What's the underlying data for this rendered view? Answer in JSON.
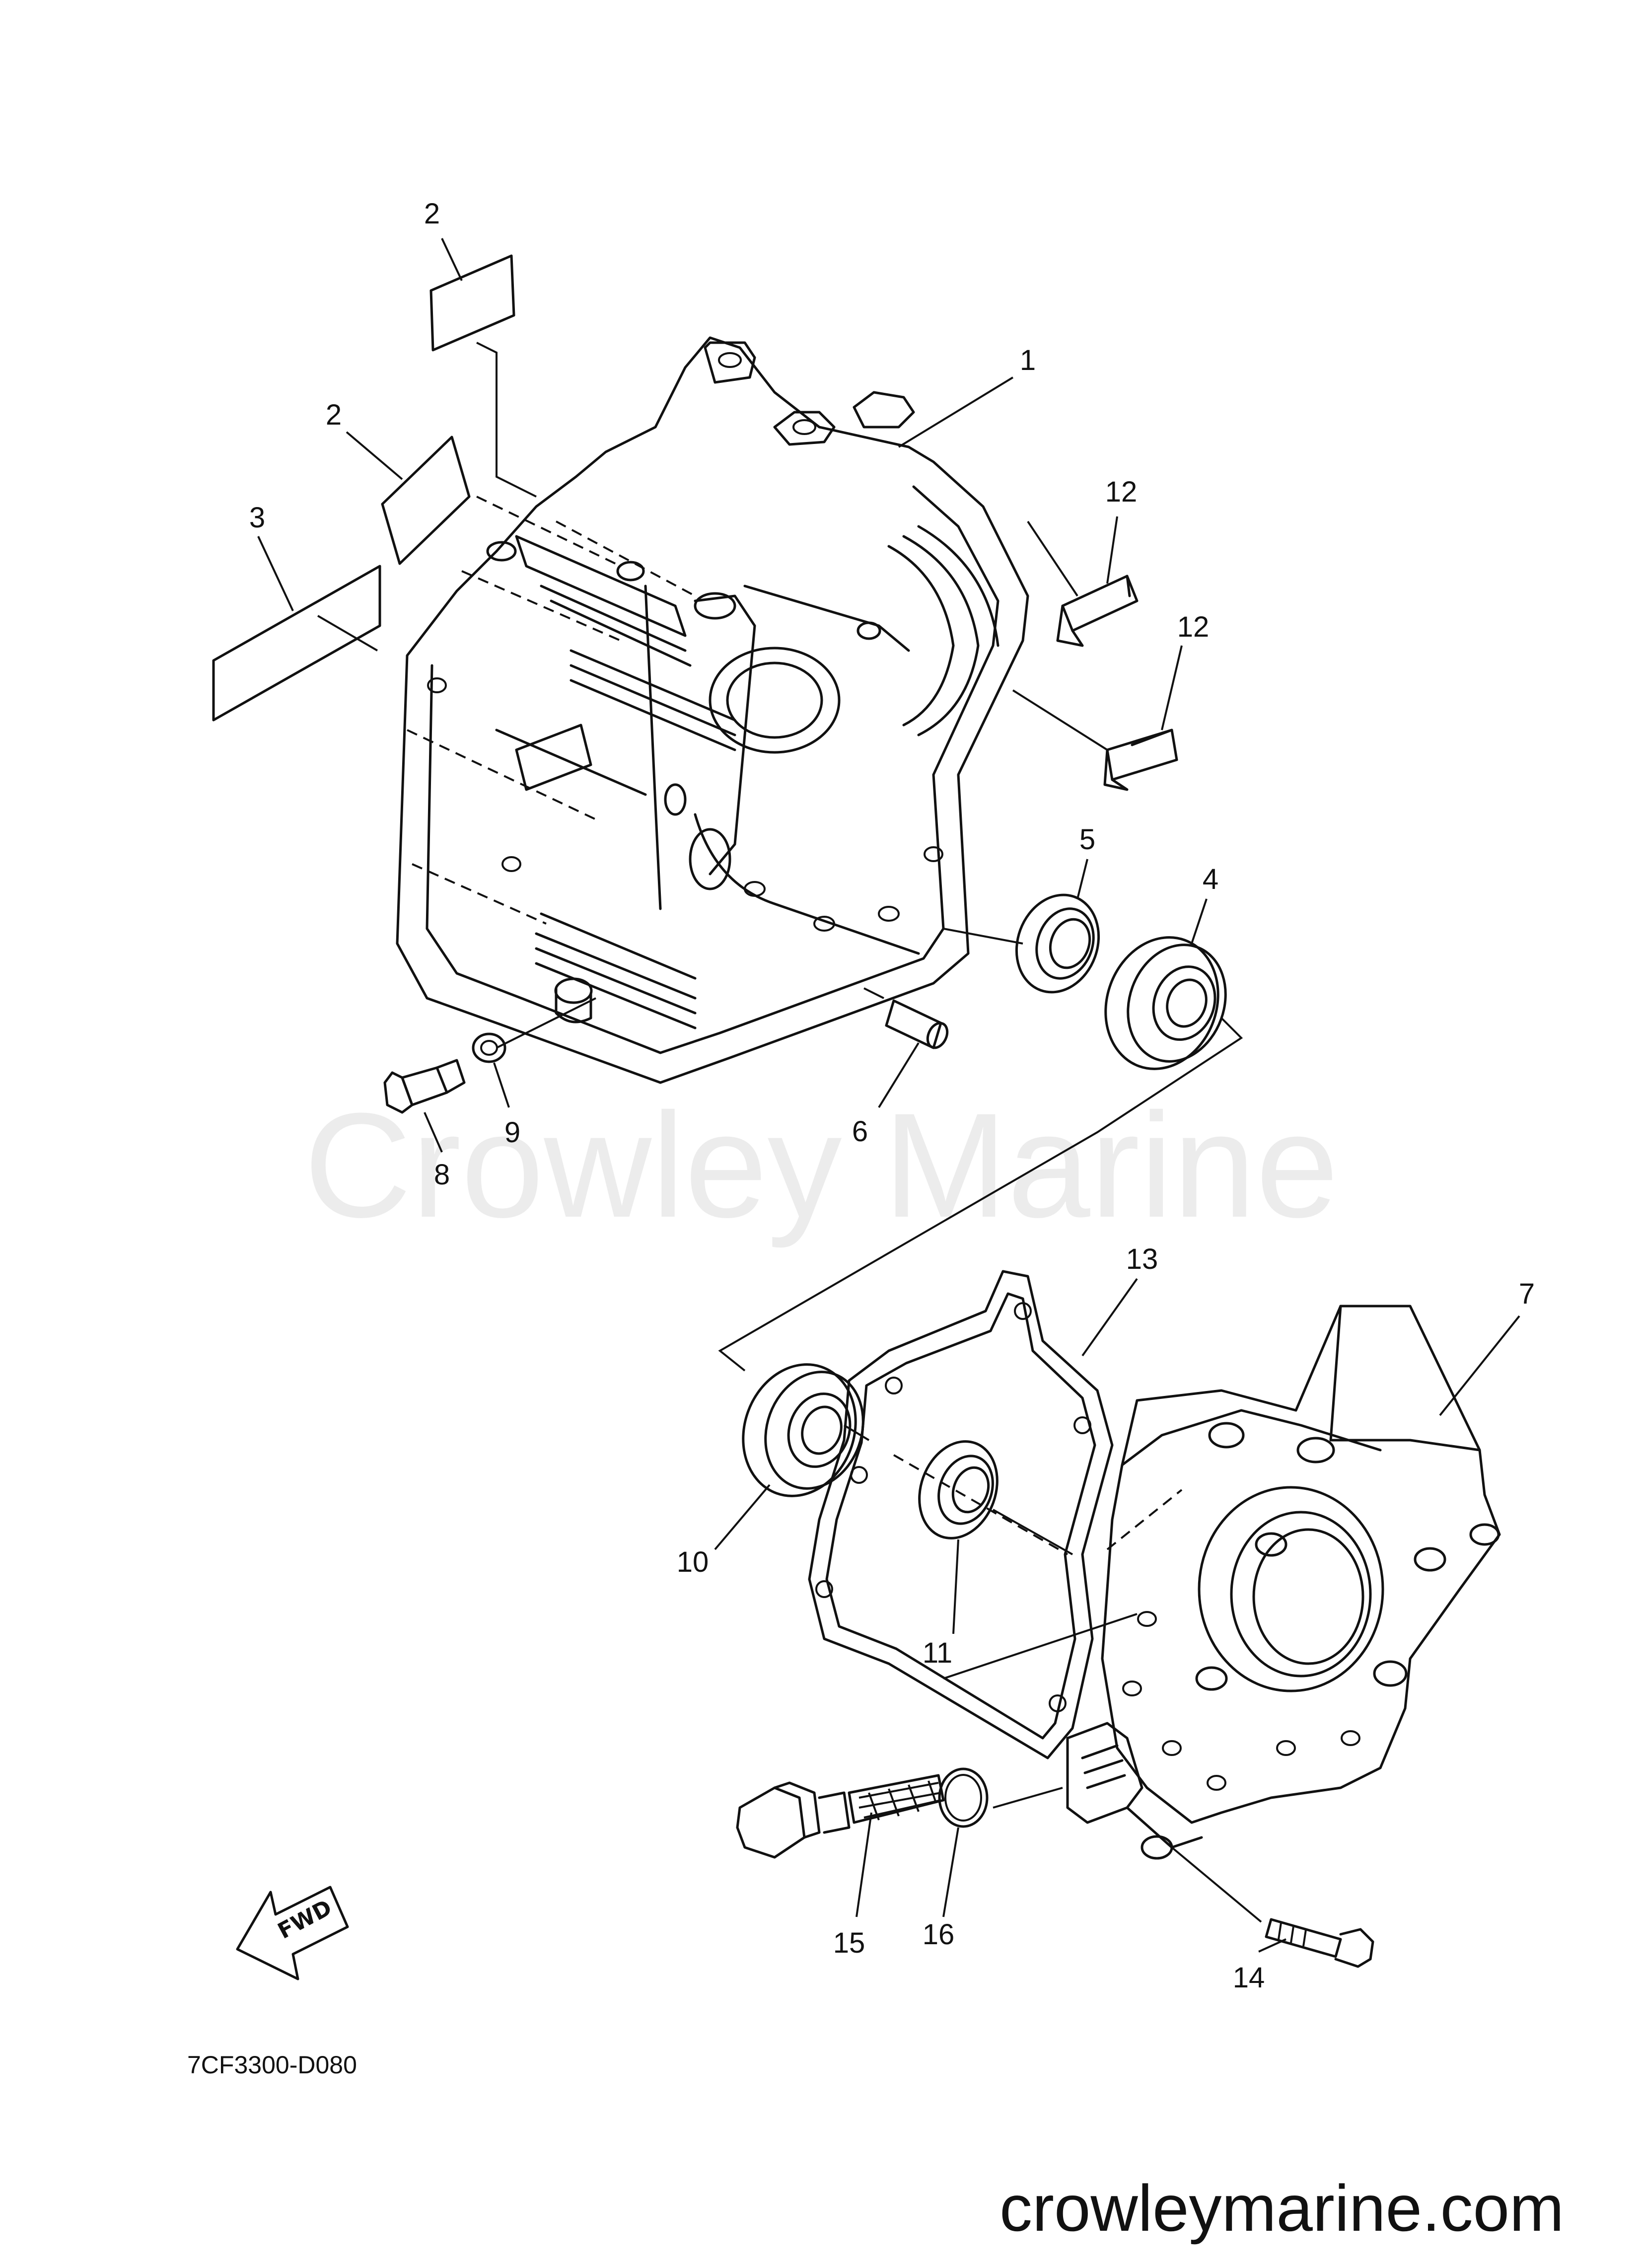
{
  "watermark": "Crowley Marine",
  "diagram_code": "7CF3300-D080",
  "website": "crowleymarine.com",
  "fwd_label": "FWD",
  "callouts": {
    "c1": "1",
    "c2a": "2",
    "c2b": "2",
    "c3": "3",
    "c4": "4",
    "c5": "5",
    "c6": "6",
    "c7": "7",
    "c8": "8",
    "c9": "9",
    "c10": "10",
    "c11": "11",
    "c12a": "12",
    "c12b": "12",
    "c13": "13",
    "c14": "14",
    "c15": "15",
    "c16": "16"
  }
}
